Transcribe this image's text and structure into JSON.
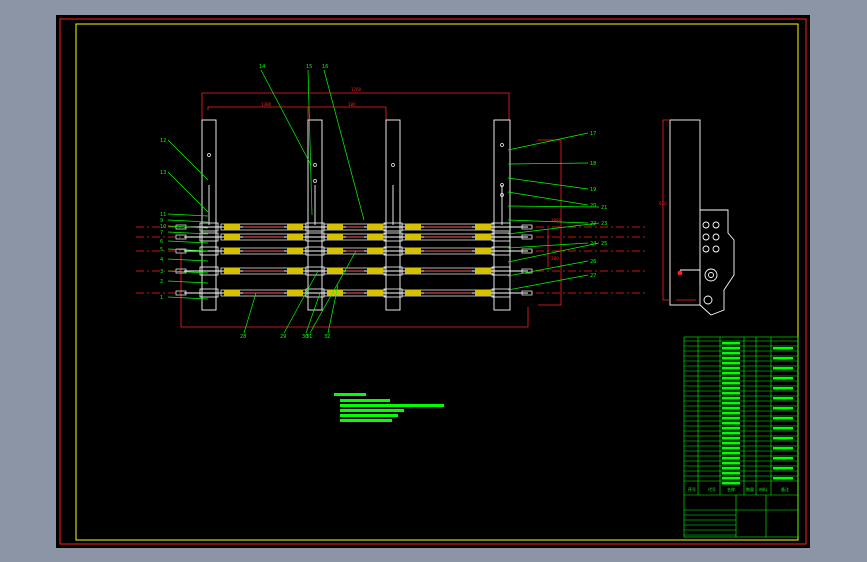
{
  "app": {
    "name": "CAD drawing viewer"
  },
  "colors": {
    "background": "#8c95a6",
    "canvas": "#000000",
    "outer_frame": "#ff2020",
    "inner_frame": "#ffff00",
    "geometry": "#ffffff",
    "leaders": "#00ff00",
    "dimensions": "#ff2020",
    "centerlines": "#ff2020",
    "hatch": "#ffff00",
    "table": "#00ff00"
  },
  "drawing": {
    "balloons_left": [
      "12",
      "13",
      "11",
      "9",
      "10",
      "7",
      "6",
      "5",
      "4",
      "3",
      "2",
      "1"
    ],
    "balloons_top": [
      "14",
      "15",
      "16"
    ],
    "balloons_right": [
      "17",
      "18",
      "19",
      "20",
      "21",
      "22",
      "23",
      "24",
      "25",
      "26",
      "27"
    ],
    "balloons_bottom": [
      "28",
      "29",
      "30",
      "31",
      "32"
    ],
    "dimensions": [
      "1760",
      "1380",
      "180",
      "1880",
      "280",
      "180",
      "610"
    ]
  },
  "title_block": {
    "header": [
      "序号",
      "代号",
      "名称",
      "数量",
      "材料",
      "备注"
    ]
  }
}
